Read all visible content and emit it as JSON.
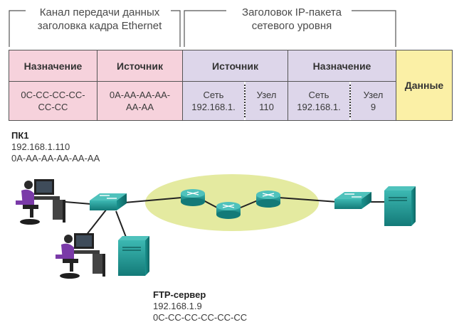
{
  "labels": {
    "ethernet_header": [
      "Канал передачи данных",
      "заголовка кадра Ethernet"
    ],
    "ip_header": [
      "Заголовок IP-пакета",
      "сетевого уровня"
    ]
  },
  "frame": {
    "mac_dest_header": "Назначение",
    "mac_src_header": "Источник",
    "ip_src_header": "Источник",
    "ip_dest_header": "Назначение",
    "data_header": "Данные",
    "mac_dest_value": [
      "0C-CC-CC-CC-",
      "CC-CC"
    ],
    "mac_src_value": [
      "0A-AA-AA-AA-",
      "AA-AA"
    ],
    "ip_src_net": [
      "Сеть",
      "192.168.1."
    ],
    "ip_src_host": [
      "Узел",
      "110"
    ],
    "ip_dest_net": [
      "Сеть",
      "192.168.1."
    ],
    "ip_dest_host": [
      "Узел",
      "9"
    ]
  },
  "pc1": {
    "name": "ПК1",
    "ip": "192.168.1.110",
    "mac": "0A-AA-AA-AA-AA-AA"
  },
  "ftp": {
    "name": "FTP-сервер",
    "ip": "192.168.1.9",
    "mac": "0C-CC-CC-CC-CC-CC"
  },
  "colors": {
    "mac_fields": "#f6d2dc",
    "ip_fields": "#ddd6ea",
    "data_field": "#fbf0a6",
    "network_cloud": "#e4eaa0",
    "device_teal": "#1e9a96"
  },
  "icons": [
    "pc-user-icon",
    "switch-icon",
    "router-icon",
    "server-icon"
  ]
}
